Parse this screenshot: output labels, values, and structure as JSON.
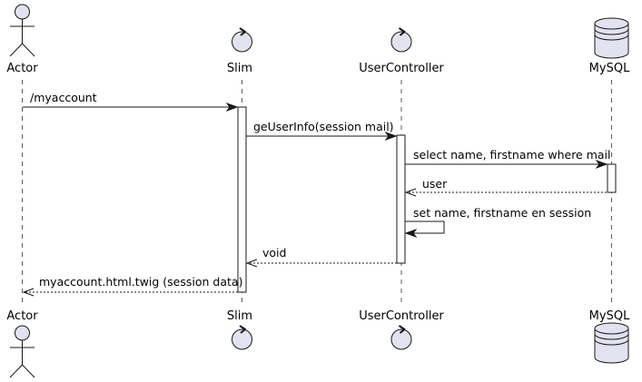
{
  "participants": [
    {
      "id": "actor",
      "name": "Actor",
      "kind": "actor-icon"
    },
    {
      "id": "slim",
      "name": "Slim",
      "kind": "control-icon"
    },
    {
      "id": "usercontroller",
      "name": "UserController",
      "kind": "control-icon"
    },
    {
      "id": "mysql",
      "name": "MySQL",
      "kind": "database-icon"
    }
  ],
  "messages": [
    {
      "from": "actor",
      "to": "slim",
      "text": "/myaccount",
      "style": "solid"
    },
    {
      "from": "slim",
      "to": "usercontroller",
      "text": "geUserInfo(session mail)",
      "style": "solid"
    },
    {
      "from": "usercontroller",
      "to": "mysql",
      "text": "select name, firstname where mail",
      "style": "solid"
    },
    {
      "from": "mysql",
      "to": "usercontroller",
      "text": "user",
      "style": "dashed"
    },
    {
      "from": "usercontroller",
      "to": "usercontroller",
      "text": "set name, firstname en session",
      "style": "self"
    },
    {
      "from": "usercontroller",
      "to": "slim",
      "text": "void",
      "style": "dashed"
    },
    {
      "from": "slim",
      "to": "actor",
      "text": "myaccount.html.twig (session data)",
      "style": "dashed"
    }
  ],
  "colors": {
    "participant_fill": "#e2e2f0",
    "participant_stroke": "#181818",
    "lifeline": "#181818",
    "activation_fill": "#ffffff",
    "arrow": "#181818"
  }
}
